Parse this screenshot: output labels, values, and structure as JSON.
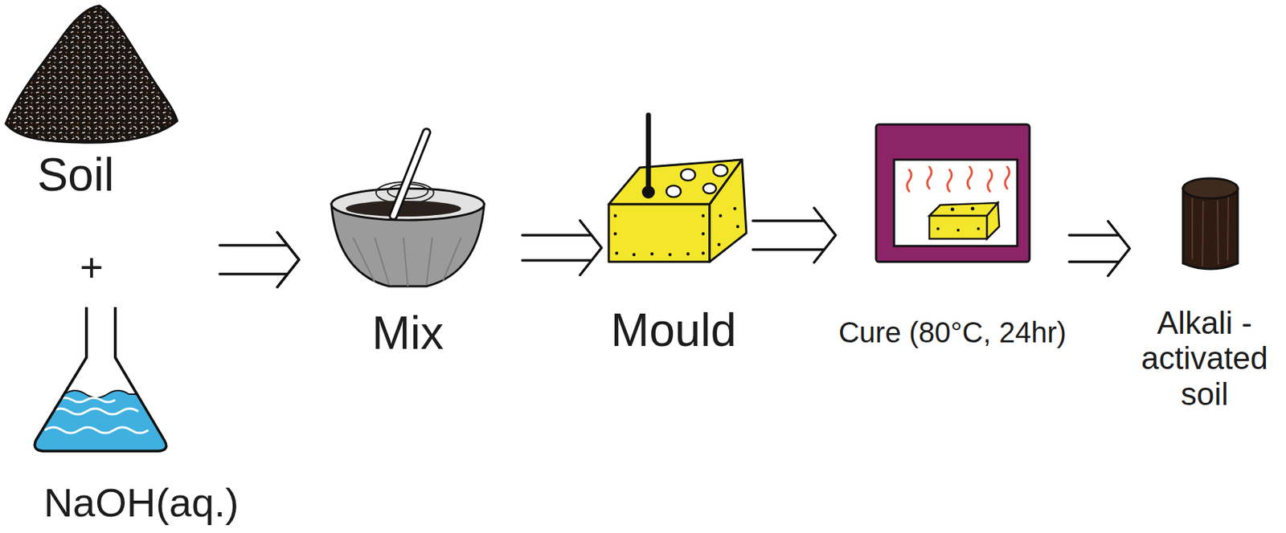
{
  "diagram": {
    "nodes": [
      {
        "text": [
          "Soil"
        ]
      },
      {
        "text": [
          "NaOH(aq.)"
        ]
      },
      {
        "text": [
          "Mix"
        ]
      },
      {
        "text": [
          "Mould"
        ]
      },
      {
        "text": [
          "Cure (80°C, 24hr)"
        ]
      },
      {
        "text": [
          "Alkali -activated soil"
        ]
      }
    ],
    "edges": [
      {
        "from": 0,
        "to": 2,
        "arrow": "to"
      },
      {
        "from": 1,
        "to": 2,
        "arrow": "to"
      },
      {
        "from": 2,
        "to": 3,
        "arrow": "to"
      },
      {
        "from": 3,
        "to": 4,
        "arrow": "to"
      },
      {
        "from": 4,
        "to": 5,
        "arrow": "to"
      }
    ],
    "labels": [
      "+"
    ]
  }
}
